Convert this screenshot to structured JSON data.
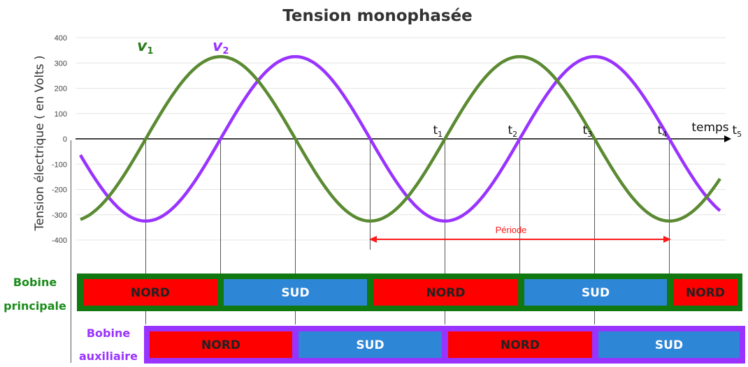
{
  "title": "Tension  monophasée",
  "y_axis_label": "Tension électrique  ( en Volts )",
  "x_axis_label": "temps",
  "series_labels": {
    "v1": "v",
    "v1_sub": "1",
    "v2": "v",
    "v2_sub": "2"
  },
  "time_markers": [
    {
      "base": "t",
      "sub": "1"
    },
    {
      "base": "t",
      "sub": "2"
    },
    {
      "base": "t",
      "sub": "3"
    },
    {
      "base": "t",
      "sub": "4"
    },
    {
      "base": "t",
      "sub": "5"
    }
  ],
  "period_label": "Période",
  "rows": {
    "principale": {
      "line1": "Bobine",
      "line2": "principale"
    },
    "auxiliaire": {
      "line1": "Bobine",
      "line2": "auxiliaire"
    }
  },
  "segments_principale": [
    "NORD",
    "SUD",
    "NORD",
    "SUD",
    "NORD"
  ],
  "segments_auxiliaire": [
    "NORD",
    "SUD",
    "NORD",
    "SUD"
  ],
  "colors": {
    "v1": "#5a8a32",
    "v2": "#9933ff",
    "nord": "#ff0000",
    "sud": "#2e86d6",
    "principale_frame": "#117711",
    "auxiliaire_frame": "#9933ff",
    "period": "#ff1a1a",
    "label_principale": "#1a8c1a",
    "label_auxiliaire": "#9933ff"
  },
  "chart_data": {
    "type": "line",
    "title": "Tension  monophasée",
    "ylabel": "Tension électrique  ( en Volts )",
    "xlabel": "temps",
    "ylim": [
      -400,
      400
    ],
    "yticks": [
      400,
      300,
      200,
      100,
      0,
      -100,
      -200,
      -300,
      -400
    ],
    "grid": true,
    "series": [
      {
        "name": "v1",
        "amplitude": 325,
        "phase_deg": 0
      },
      {
        "name": "v2",
        "amplitude": 325,
        "phase_deg": -90
      }
    ]
  }
}
